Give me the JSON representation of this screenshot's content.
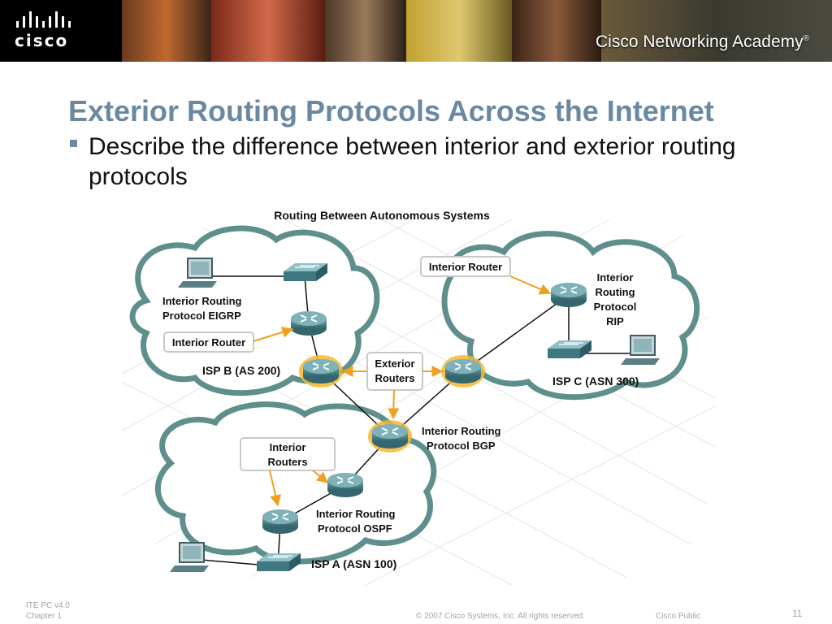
{
  "header": {
    "logo_text": "cisco",
    "academy_text": "Cisco Networking Academy",
    "academy_suffix": "®"
  },
  "slide": {
    "title": "Exterior Routing Protocols Across the Internet",
    "bullet": "Describe the difference between interior and exterior routing protocols"
  },
  "diagram": {
    "title": "Routing Between Autonomous Systems",
    "isp_b": {
      "name": "ISP B (AS 200)",
      "protocol_line1": "Interior Routing",
      "protocol_line2": "Protocol EIGRP",
      "router_callout": "Interior Router"
    },
    "isp_c": {
      "name": "ISP C (ASN 300)",
      "router_callout": "Interior Router",
      "protocol_line1": "Interior",
      "protocol_line2": "Routing",
      "protocol_line3": "Protocol",
      "protocol_line4": "RIP"
    },
    "isp_a": {
      "name": "ISP A (ASN 100)",
      "routers_callout_line1": "Interior",
      "routers_callout_line2": "Routers",
      "protocol_line1": "Interior Routing",
      "protocol_line2": "Protocol OSPF"
    },
    "exterior": {
      "line1": "Exterior",
      "line2": "Routers"
    },
    "bgp": {
      "line1": "Interior Routing",
      "line2": "Protocol BGP"
    },
    "colors": {
      "cloud_stroke": "#5f8f8c",
      "router": "#4a7f86",
      "callout_arrow": "#f0a020",
      "exterior_glow": "#f5b830"
    }
  },
  "footer": {
    "course_line1": "ITE PC v4.0",
    "course_line2": "Chapter 1",
    "copyright": "© 2007 Cisco Systems, Inc. All rights reserved.",
    "classification": "Cisco Public",
    "page_number": "11"
  }
}
